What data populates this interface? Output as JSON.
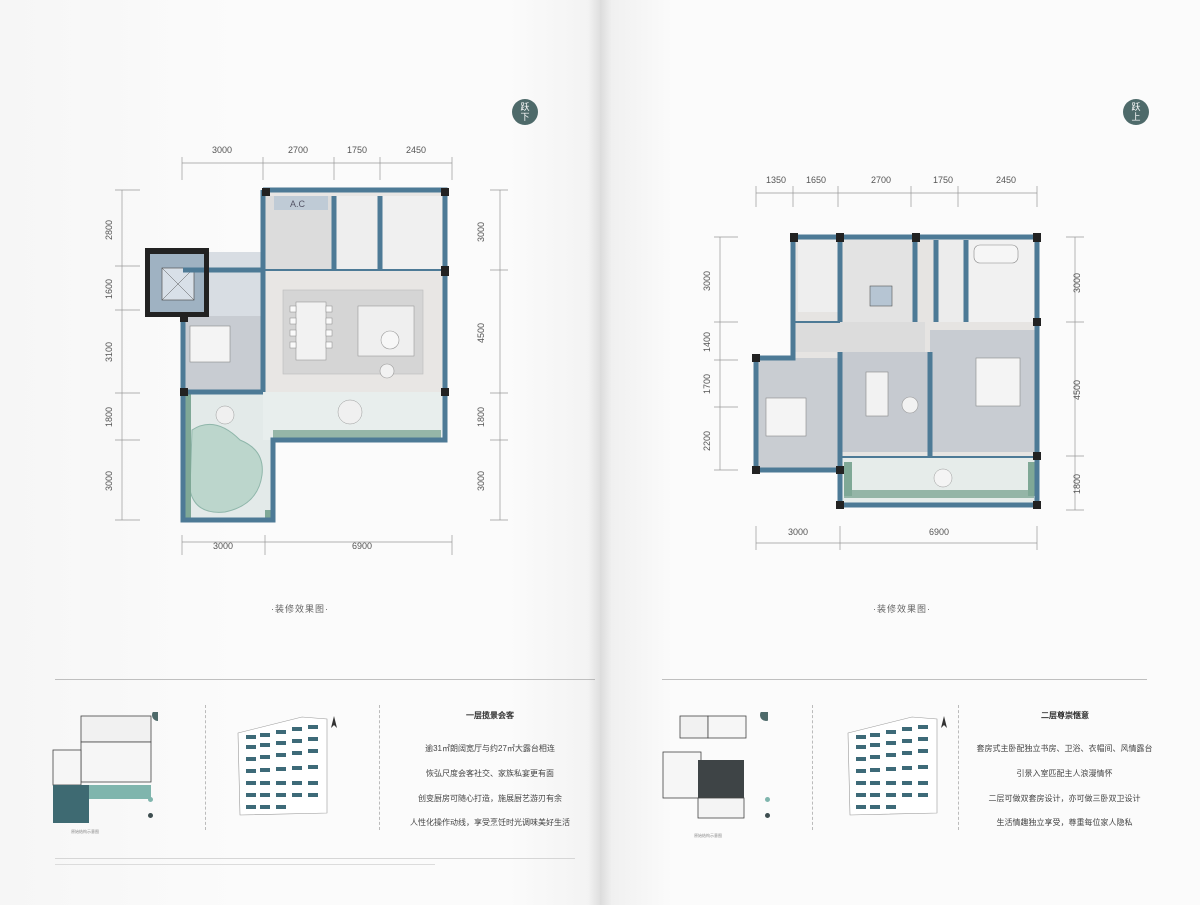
{
  "left": {
    "badge": "跃下",
    "dims": {
      "top": [
        "3000",
        "2700",
        "1750",
        "2450"
      ],
      "bottom": [
        "3000",
        "6900"
      ],
      "left": [
        "2800",
        "1600",
        "3100",
        "1800",
        "3000"
      ],
      "right": [
        "3000",
        "4500",
        "1800",
        "3000"
      ]
    },
    "ac_label": "A.C",
    "caption": "·装修效果图·",
    "feature_title": "一层揽景会客",
    "features": [
      "逾31㎡朗阔宽厅与约27㎡大露台相连",
      "恢弘尺度会客社交、家族私宴更有面",
      "创变厨房可随心打造，施展厨艺游刃有余",
      "人性化操作动线，享受烹饪时光调味美好生活"
    ],
    "mini_caption": "原始结构示意图"
  },
  "right": {
    "badge": "跃上",
    "dims": {
      "top": [
        "1350",
        "1650",
        "2700",
        "1750",
        "2450"
      ],
      "bottom": [
        "3000",
        "6900"
      ],
      "left": [
        "3000",
        "1400",
        "1700",
        "2200"
      ],
      "right": [
        "3000",
        "4500",
        "1800"
      ]
    },
    "caption": "·装修效果图·",
    "feature_title": "二层尊崇惬意",
    "features": [
      "套房式主卧配独立书房、卫浴、衣帽间、风情露台",
      "引景入室匹配主人浪漫情怀",
      "二层可做双套房设计，亦可做三卧双卫设计",
      "生活情趣独立享受，尊重每位家人隐私"
    ],
    "mini_caption": "原始结构示意图"
  },
  "colors": {
    "wall": "#4d7a96",
    "wall_dark": "#222222",
    "floor": "#e6e4e2",
    "wood": "#c9cdd2",
    "terrace": "#e4ebea",
    "green": "#9fc4bb",
    "badge": "#4e6a6a"
  }
}
